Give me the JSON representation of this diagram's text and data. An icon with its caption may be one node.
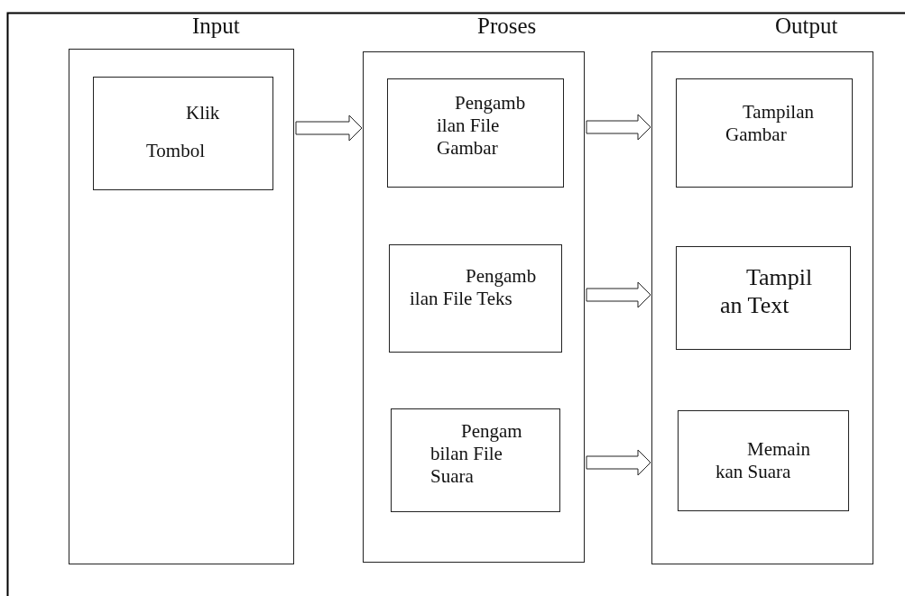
{
  "diagram": {
    "nodes": [
      {
        "text": [
          "Input"
        ]
      },
      {
        "text": [
          "Klik Tombol"
        ],
        "in": 0
      },
      {
        "text": [
          "Proses"
        ]
      },
      {
        "text": [
          "Pengamb ilan File Gambar"
        ],
        "in": 2
      },
      {
        "text": [
          "Pengamb ilan File Teks"
        ],
        "in": 2
      },
      {
        "text": [
          "Pengam bilan File Suara"
        ],
        "in": 2
      },
      {
        "text": [
          "Output"
        ]
      },
      {
        "text": [
          "Tampilan Gambar"
        ],
        "in": 6
      },
      {
        "text": [
          "Tampil an Text"
        ],
        "in": 6
      },
      {
        "text": [
          "Memain kan Suara"
        ],
        "in": 6
      }
    ],
    "edges": [
      {
        "from": 0,
        "to": 2,
        "arrow": "to"
      },
      {
        "from": 2,
        "to": 6,
        "arrow": "to"
      },
      {
        "from": 2,
        "to": 6,
        "arrow": "to"
      },
      {
        "from": 2,
        "to": 6,
        "arrow": "to"
      }
    ]
  }
}
